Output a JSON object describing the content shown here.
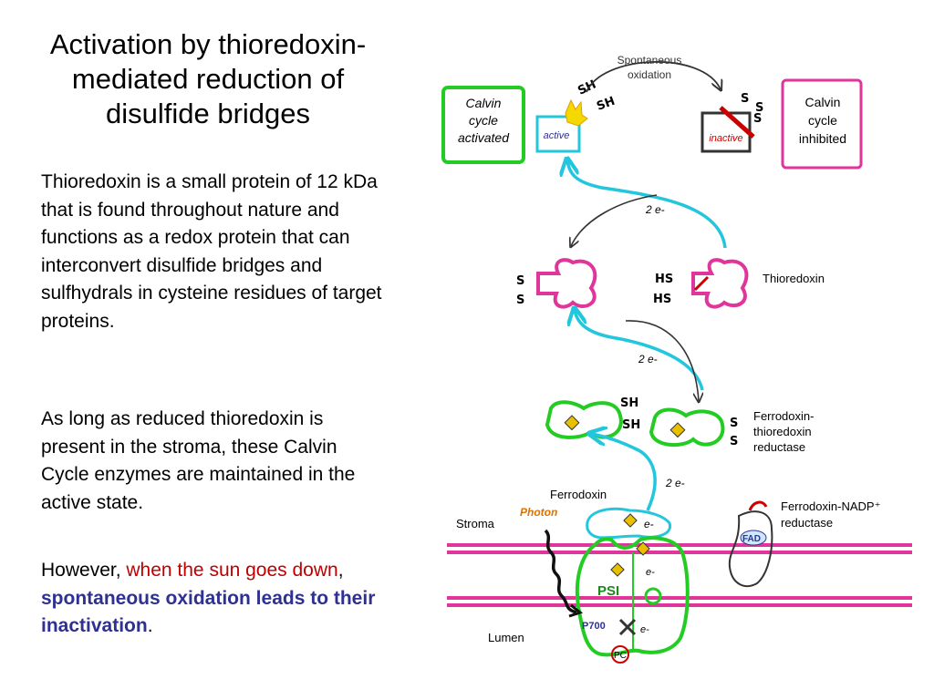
{
  "title": "Activation by thioredoxin-mediated reduction of disulfide bridges",
  "paragraph1": "Thioredoxin is a small protein of 12 kDa that is found throughout nature and functions as a redox protein that can interconvert disulfide bridges and sulfhydrals in cysteine residues of target proteins.",
  "paragraph2": "As long as reduced thioredoxin is present in the stroma, these Calvin Cycle enzymes are maintained in the active state.",
  "paragraph3": {
    "prefix": "However, ",
    "red": "when the sun goes down",
    "comma": ", ",
    "blue": "spontaneous oxidation leads to their inactivation",
    "end": "."
  },
  "diagram": {
    "spontaneous_line1": "Spontaneous",
    "spontaneous_line2": "oxidation",
    "calvin_active_line1": "Calvin",
    "calvin_active_line2": "cycle",
    "calvin_active_line3": "activated",
    "calvin_inhibited_line1": "Calvin",
    "calvin_inhibited_line2": "cycle",
    "calvin_inhibited_line3": "inhibited",
    "active_label": "active",
    "inactive_label": "inactive",
    "electrons_top": "2 e-",
    "electrons_mid": "2 e-",
    "electrons_low": "2 e-",
    "thioredoxin": "Thioredoxin",
    "ftr_line1": "Ferrodoxin-",
    "ftr_line2": "thioredoxin",
    "ftr_line3": "reductase",
    "ferrodoxin": "Ferrodoxin",
    "fnr_line1": "Ferrodoxin-NADP⁺",
    "fnr_line2": "reductase",
    "photon": "Photon",
    "stroma": "Stroma",
    "lumen": "Lumen",
    "psi": "PSI",
    "p700": "P700",
    "fad": "FAD",
    "pc": "PC",
    "e_minus": "e-",
    "sh": "SH",
    "hs": "HS",
    "s": "S"
  },
  "colors": {
    "green": "#22cc22",
    "pink": "#e0359a",
    "cyan": "#22c6dd",
    "red": "#c00000",
    "blue": "#2e3192",
    "gold": "#e8c000"
  }
}
